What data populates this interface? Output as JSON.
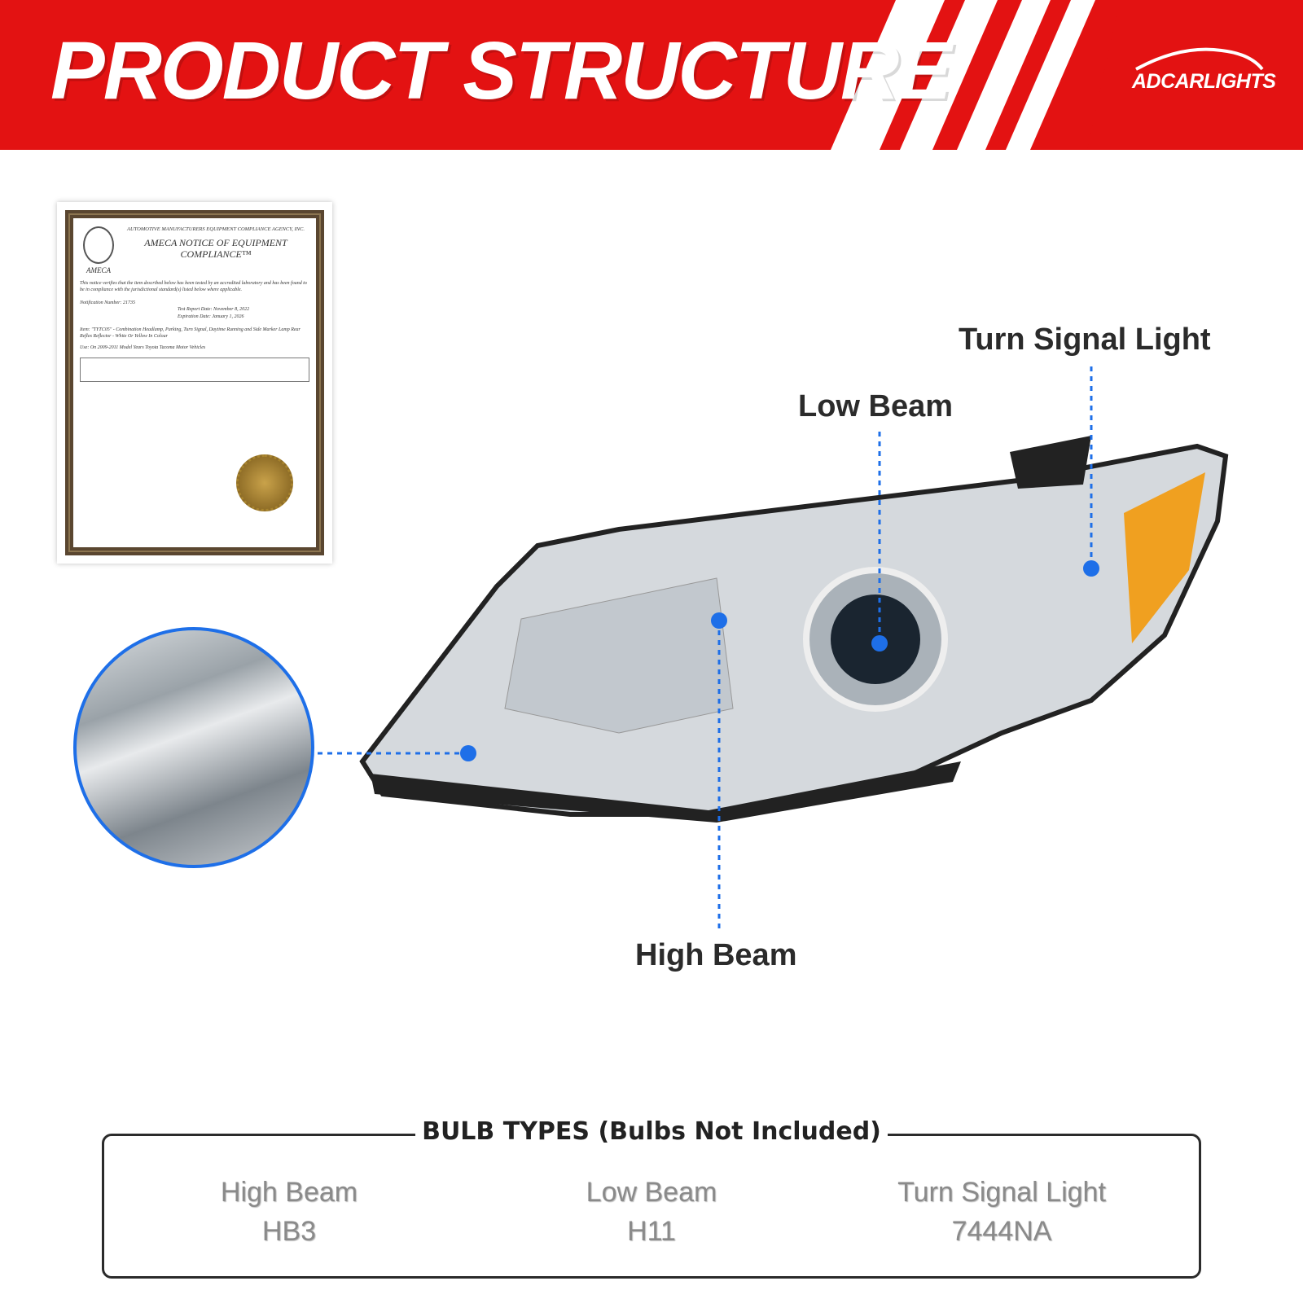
{
  "header": {
    "title": "PRODUCT STRUCTURE",
    "brand": "ADCARLIGHTS",
    "colors": {
      "banner": "#e31212",
      "accent": "#1e6fe8"
    }
  },
  "certificate": {
    "agency": "AUTOMOTIVE MANUFACTURERS EQUIPMENT COMPLIANCE AGENCY, INC.",
    "title": "AMECA NOTICE OF EQUIPMENT COMPLIANCE™",
    "logo_text": "AMECA",
    "body": "This notice verifies that the item described below has been tested by an accredited laboratory and has been found to be in compliance with the jurisdictional standard(s) listed below where applicable.",
    "notification": "Notification Number: 21735",
    "report_date": "Test Report Date: November 8, 2022",
    "expiration": "Expiration Date: January 1, 2026",
    "item": "Item: \"TYTC05\" - Combination Headlamp, Parking, Turn Signal, Daytime Running and Side Marker Lamp Rear Reflex Reflector - White Or Yellow In Colour",
    "use": "Use: On 2009-2011 Model Years Toyota Tacoma Motor Vehicles"
  },
  "callouts": {
    "turn_signal": "Turn Signal Light",
    "low_beam": "Low Beam",
    "high_beam": "High Beam"
  },
  "bulb_types": {
    "title": "BULB TYPES (Bulbs Not Included)",
    "items": [
      {
        "name": "High Beam",
        "bulb": "HB3"
      },
      {
        "name": "Low Beam",
        "bulb": "H11"
      },
      {
        "name": "Turn Signal Light",
        "bulb": "7444NA"
      }
    ]
  }
}
